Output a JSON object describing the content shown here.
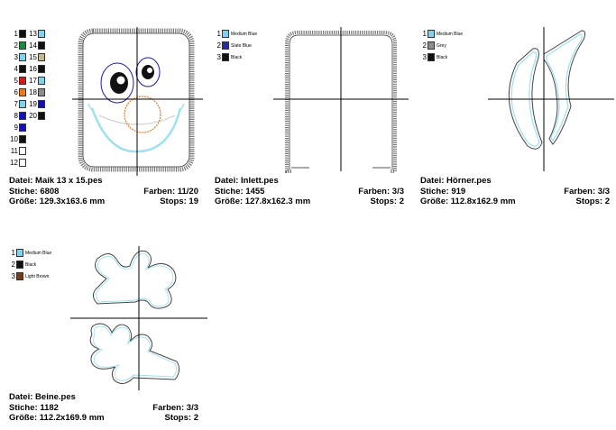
{
  "labels": {
    "file": "Datei:",
    "stitches": "Stiche:",
    "colors": "Farben:",
    "size": "Größe:",
    "stops": "Stops:"
  },
  "designs": [
    {
      "file": "Maik 13 x 15.pes",
      "stitches": "6808",
      "colors": "11/20",
      "size": "129.3x163.6 mm",
      "stops": "19",
      "swatches_left": [
        {
          "n": "1",
          "color": "#111111"
        },
        {
          "n": "2",
          "color": "#1e8a3c"
        },
        {
          "n": "3",
          "color": "#7fd3f0"
        },
        {
          "n": "4",
          "color": "#111111"
        },
        {
          "n": "5",
          "color": "#d81818"
        },
        {
          "n": "6",
          "color": "#f07818"
        },
        {
          "n": "7",
          "color": "#7fd3f0"
        },
        {
          "n": "8",
          "color": "#1010c0"
        },
        {
          "n": "9",
          "color": "#1010c0"
        },
        {
          "n": "10",
          "color": "#111111"
        },
        {
          "n": "11",
          "color": "#ffffff"
        },
        {
          "n": "12",
          "color": "#ffffff"
        }
      ],
      "swatches_right": [
        {
          "n": "13",
          "color": "#7fd3f0"
        },
        {
          "n": "14",
          "color": "#111111"
        },
        {
          "n": "15",
          "color": "#c8b48a"
        },
        {
          "n": "16",
          "color": "#111111"
        },
        {
          "n": "17",
          "color": "#7fd3f0"
        },
        {
          "n": "18",
          "color": "#8c8c8c"
        },
        {
          "n": "19",
          "color": "#1010c0"
        },
        {
          "n": "20",
          "color": "#111111"
        }
      ]
    },
    {
      "file": "Inlett.pes",
      "stitches": "1455",
      "colors": "3/3",
      "size": "127.8x162.3 mm",
      "stops": "2",
      "swatches": [
        {
          "n": "1",
          "color": "#7fd3f0",
          "name": "Medium Blue"
        },
        {
          "n": "2",
          "color": "#2a2aa0",
          "name": "Slate Blue"
        },
        {
          "n": "3",
          "color": "#111111",
          "name": "Black"
        }
      ]
    },
    {
      "file": "Hörner.pes",
      "stitches": "919",
      "colors": "3/3",
      "size": "112.8x162.9 mm",
      "stops": "2",
      "swatches": [
        {
          "n": "1",
          "color": "#7fd3f0",
          "name": "Medium Blue"
        },
        {
          "n": "2",
          "color": "#8c8c8c",
          "name": "Grey"
        },
        {
          "n": "3",
          "color": "#111111",
          "name": "Black"
        }
      ]
    },
    {
      "file": "Beine.pes",
      "stitches": "1182",
      "colors": "3/3",
      "size": "112.2x169.9 mm",
      "stops": "2",
      "swatches": [
        {
          "n": "1",
          "color": "#7fd3f0",
          "name": "Medium Blue"
        },
        {
          "n": "2",
          "color": "#111111",
          "name": "Black"
        },
        {
          "n": "3",
          "color": "#7a3a1a",
          "name": "Light Brown"
        }
      ]
    }
  ]
}
